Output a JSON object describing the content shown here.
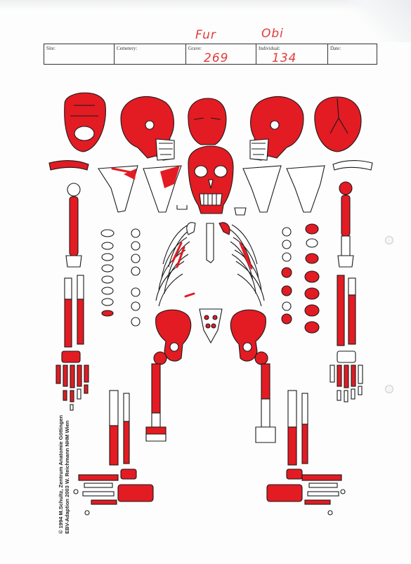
{
  "form": {
    "fields": [
      {
        "label": "Site:",
        "value": ""
      },
      {
        "label": "Cemetery:",
        "value": ""
      },
      {
        "label": "Grave:",
        "value": "269"
      },
      {
        "label": "Individual:",
        "value": "134"
      },
      {
        "label": "Date:",
        "value": ""
      }
    ],
    "handwriting_above_grave": "Fur",
    "handwriting_above_individual": "Obi"
  },
  "credits": {
    "line1": "© 1994 M.Schultz, Zentrum Anatomie  Göttingen",
    "line2": "EBV-Adaption 2003 W. Reichmann  NHM Wien"
  },
  "colors": {
    "marking": "#e31b23",
    "ink": "#1a1a1a",
    "handwriting": "#e23b3b"
  }
}
